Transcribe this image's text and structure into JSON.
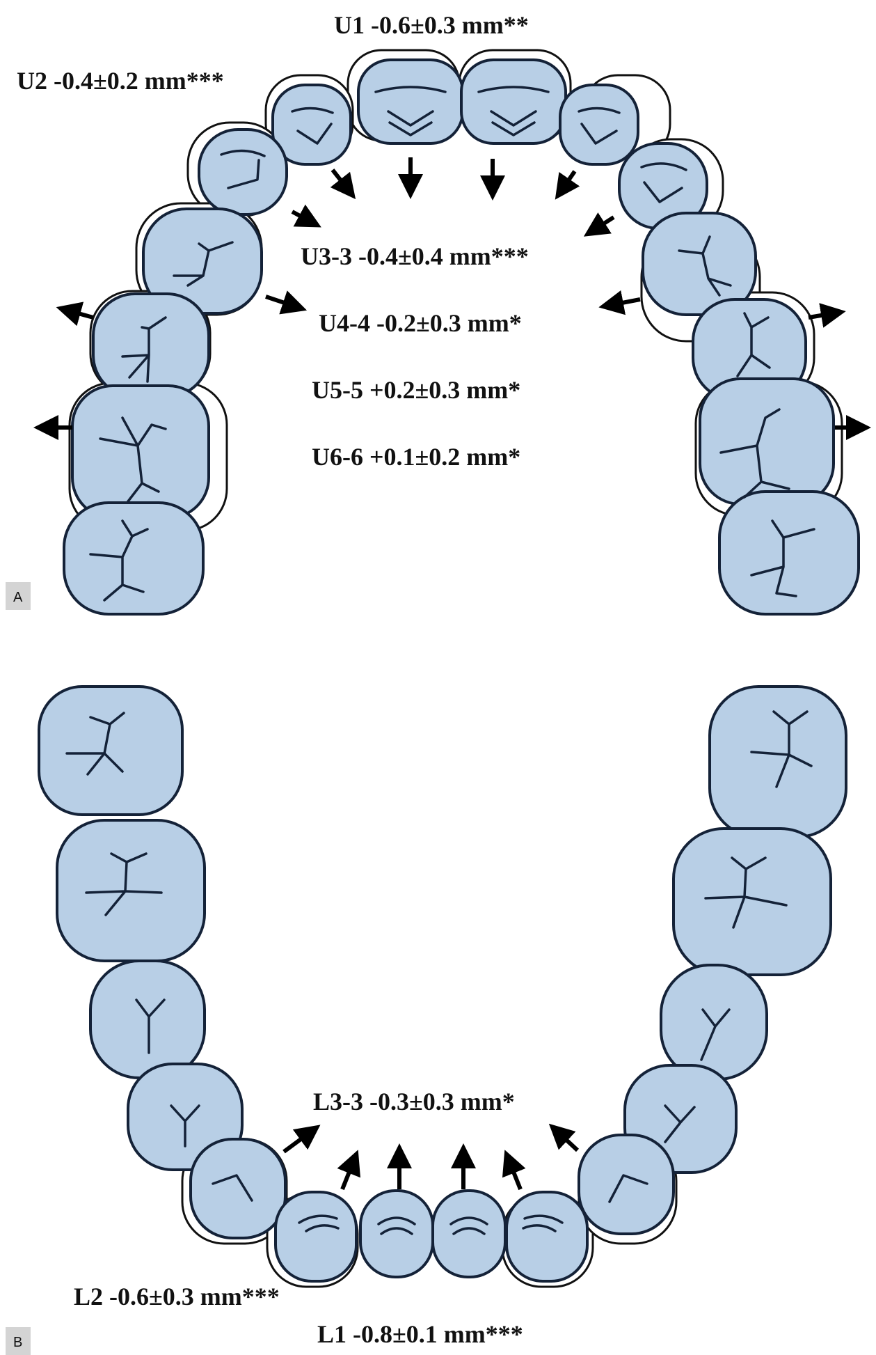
{
  "colors": {
    "tooth_fill": "#b8cfe6",
    "tooth_stroke": "#142238",
    "arrow": "#000000",
    "tag_bg": "#d4d4d4"
  },
  "panels": {
    "upper": {
      "tag": "A",
      "labels": {
        "u1": "U1 -0.6±0.3 mm**",
        "u2": "U2 -0.4±0.2 mm***",
        "u33": "U3-3 -0.4±0.4 mm***",
        "u44": "U4-4 -0.2±0.3 mm*",
        "u55": "U5-5 +0.2±0.3 mm*",
        "u66": "U6-6 +0.1±0.2 mm*"
      }
    },
    "lower": {
      "tag": "B",
      "labels": {
        "l33": "L3-3 -0.3±0.3 mm*",
        "l2": "L2 -0.6±0.3 mm***",
        "l1": "L1 -0.8±0.1 mm***"
      }
    }
  }
}
